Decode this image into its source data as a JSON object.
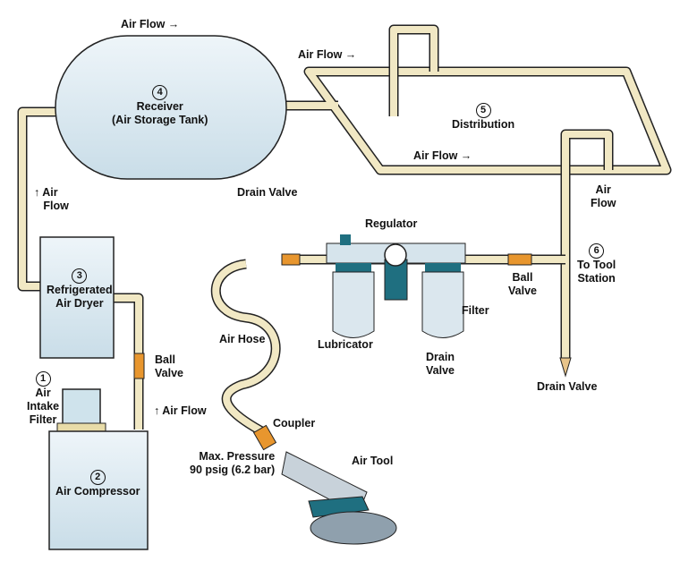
{
  "labels": {
    "air_flow_top": "Air Flow →",
    "receiver_num": "4",
    "receiver": "Receiver",
    "receiver_sub": "(Air Storage Tank)",
    "drain_valve_tank": "Drain Valve",
    "air_flow_dist": "Air Flow →",
    "dist_num": "5",
    "distribution": "Distribution",
    "air_flow_lower": "Air Flow →",
    "air_flow_right": "Air",
    "air_flow_right2": "Flow",
    "air_flow_left": "Air",
    "air_flow_left2": "Flow",
    "dryer_num": "3",
    "dryer": "Refrigerated",
    "dryer2": "Air Dryer",
    "regulator": "Regulator",
    "ball_valve_right": "Ball",
    "ball_valve_right2": "Valve",
    "station_num": "6",
    "station": "To Tool",
    "station2": "Station",
    "filter": "Filter",
    "lubricator": "Lubricator",
    "drain_valve_frl": "Drain",
    "drain_valve_frl2": "Valve",
    "drain_valve_right": "Drain Valve",
    "air_hose": "Air Hose",
    "ball_valve_left": "Ball",
    "ball_valve_left2": "Valve",
    "air_flow_comp": "Air Flow",
    "intake_num": "1",
    "intake": "Air",
    "intake2": "Intake",
    "intake3": "Filter",
    "compressor_num": "2",
    "compressor": "Air Compressor",
    "coupler": "Coupler",
    "max_pressure": "Max. Pressure",
    "max_pressure2": "90 psig (6.2 bar)",
    "air_tool": "Air Tool"
  },
  "colors": {
    "pipe": "#f1e8c4",
    "tank": "#dbe9f1",
    "teal": "#1f6f80",
    "orange": "#e8962e"
  }
}
